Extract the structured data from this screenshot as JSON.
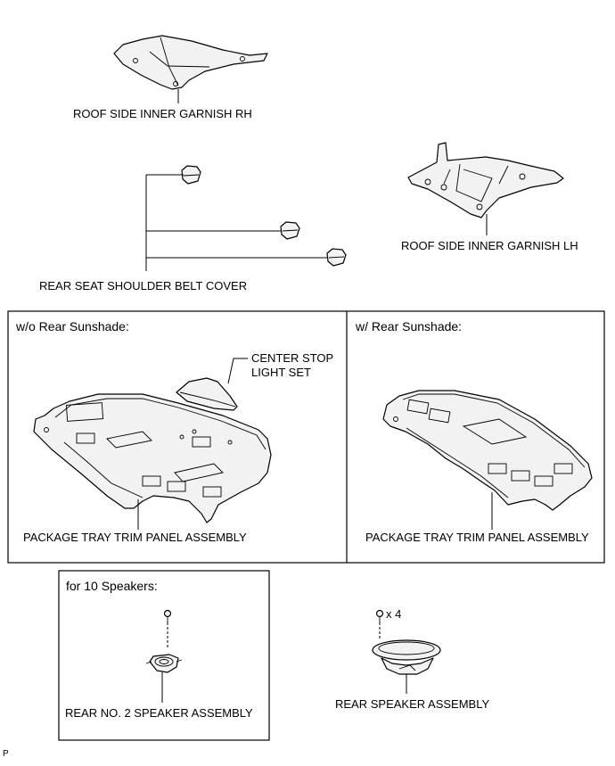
{
  "labels": {
    "roof_garnish_rh": "ROOF SIDE INNER GARNISH RH",
    "roof_garnish_lh": "ROOF SIDE INNER GARNISH LH",
    "shoulder_belt_cover": "REAR SEAT SHOULDER BELT COVER",
    "center_stop_light_line1": "CENTER STOP",
    "center_stop_light_line2": "LIGHT SET",
    "package_tray_left": "PACKAGE TRAY TRIM PANEL ASSEMBLY",
    "package_tray_right": "PACKAGE TRAY TRIM PANEL ASSEMBLY",
    "rear_no2_speaker": "REAR NO. 2 SPEAKER ASSEMBLY",
    "rear_speaker": "REAR SPEAKER ASSEMBLY",
    "screw_count": "x 4",
    "corner_mark": "P"
  },
  "panels": {
    "wo_sunshade": "w/o Rear Sunshade:",
    "w_sunshade": "w/ Rear Sunshade:",
    "ten_speakers": "for 10 Speakers:"
  }
}
